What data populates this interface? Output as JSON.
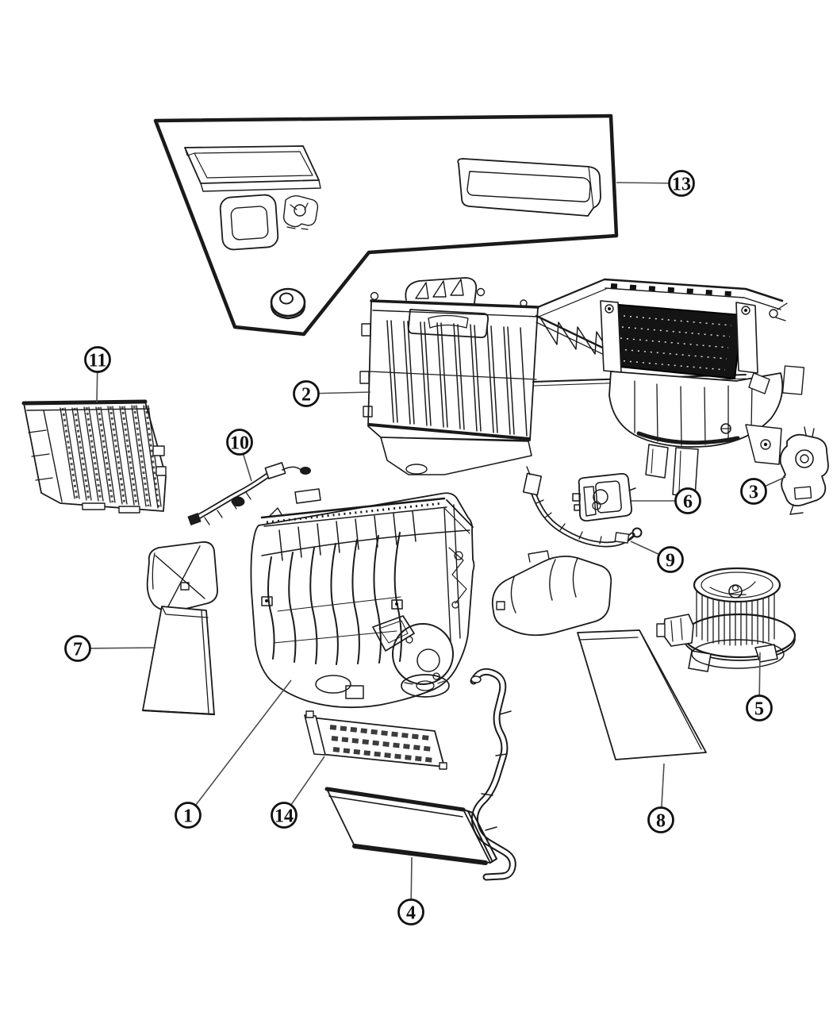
{
  "diagram": {
    "type": "exploded-parts-illustration",
    "callouts": [
      {
        "number": "1"
      },
      {
        "number": "2"
      },
      {
        "number": "3"
      },
      {
        "number": "4"
      },
      {
        "number": "5"
      },
      {
        "number": "6"
      },
      {
        "number": "7"
      },
      {
        "number": "8"
      },
      {
        "number": "9"
      },
      {
        "number": "10"
      },
      {
        "number": "11"
      },
      {
        "number": "13"
      },
      {
        "number": "14"
      }
    ]
  },
  "colors": {
    "background": "#ffffff",
    "line": "#1a1a1a",
    "leader": "#4d4d4d"
  }
}
